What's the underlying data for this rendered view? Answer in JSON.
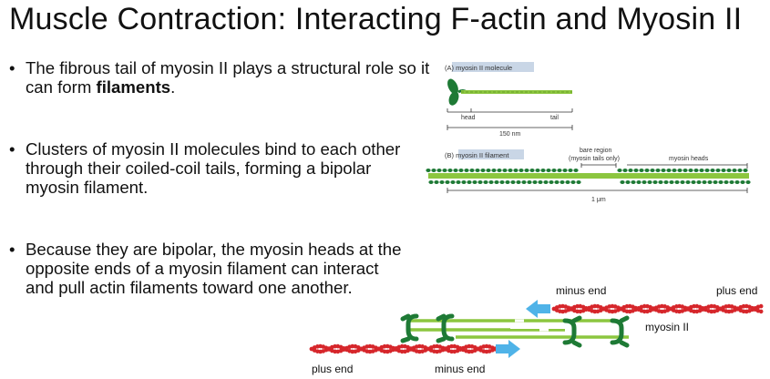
{
  "title": "Muscle Contraction: Interacting F-actin and Myosin II",
  "bullets": [
    {
      "before": "The fibrous tail of myosin II plays a structural role so it can form ",
      "bold": "filaments",
      "after": "."
    },
    {
      "before": "Clusters of myosin II molecules bind to each other through their coiled-coil tails, forming a bipolar myosin filament.",
      "bold": "",
      "after": ""
    },
    {
      "before": "Because they are bipolar, the myosin heads at the opposite ends of a myosin filament can interact and pull actin filaments toward one another.",
      "bold": "",
      "after": ""
    }
  ],
  "figure_a": {
    "panel_label": "(A) myosin II molecule",
    "head_label": "head",
    "tail_label": "tail",
    "scale_label": "150 nm"
  },
  "figure_b": {
    "panel_label": "(B) myosin II filament",
    "bare_region_label_1": "bare region",
    "bare_region_label_2": "(myosin tails only)",
    "heads_label": "myosin heads",
    "scale_label": "1 μm"
  },
  "figure_c": {
    "minus_end_top": "minus end",
    "plus_end_top": "plus end",
    "myosin_label": "myosin II",
    "plus_end_bottom": "plus end",
    "minus_end_bottom": "minus end"
  },
  "colors": {
    "myosin_green": "#1e7a35",
    "tail_green": "#8cc63f",
    "actin_red": "#d6262b",
    "arrow_blue": "#4fb3e8",
    "label_box": "#c9d6e6"
  }
}
